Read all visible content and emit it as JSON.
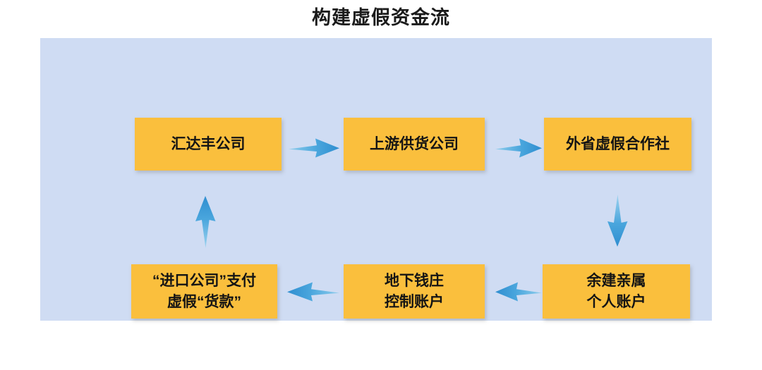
{
  "title": "构建虚假资金流",
  "panel": {
    "background_color": "#cfdcf3"
  },
  "colors": {
    "node_fill": "#fabf3d",
    "node_text": "#141414",
    "arrow_light": "#7ec8ea",
    "arrow_dark": "#2f8ed0",
    "title_text": "#1b1b1b",
    "canvas": "#ffffff"
  },
  "diagram": {
    "type": "flow-cycle",
    "direction": "clockwise",
    "nodes": [
      {
        "id": "huidafeng",
        "label": "汇达丰公司",
        "row": "top",
        "column": 1
      },
      {
        "id": "upstream",
        "label": "上游供货公司",
        "row": "top",
        "column": 2
      },
      {
        "id": "fake-coop",
        "label": "外省虚假合作社",
        "row": "top",
        "column": 3
      },
      {
        "id": "relative-acct",
        "label": "余建亲属\n个人账户",
        "row": "bottom",
        "column": 3
      },
      {
        "id": "underground",
        "label": "地下钱庄\n控制账户",
        "row": "bottom",
        "column": 2
      },
      {
        "id": "import-payment",
        "label": "“进口公司”支付\n虚假“货款”",
        "row": "bottom",
        "column": 1
      }
    ],
    "edges": [
      {
        "id": "e1",
        "from": "huidafeng",
        "to": "upstream",
        "direction": "right"
      },
      {
        "id": "e2",
        "from": "upstream",
        "to": "fake-coop",
        "direction": "right"
      },
      {
        "id": "e3",
        "from": "fake-coop",
        "to": "relative-acct",
        "direction": "down"
      },
      {
        "id": "e4",
        "from": "relative-acct",
        "to": "underground",
        "direction": "left"
      },
      {
        "id": "e5",
        "from": "underground",
        "to": "import-payment",
        "direction": "left"
      },
      {
        "id": "e6",
        "from": "import-payment",
        "to": "huidafeng",
        "direction": "up"
      }
    ]
  },
  "icons": {
    "arrow_right": "arrow-right-icon",
    "arrow_left": "arrow-left-icon",
    "arrow_up": "arrow-up-icon",
    "arrow_down": "arrow-down-icon"
  }
}
